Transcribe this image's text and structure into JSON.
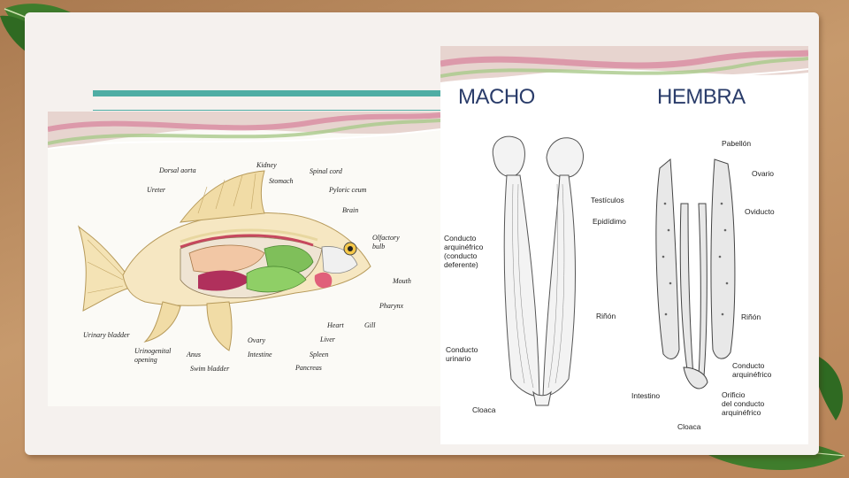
{
  "left_diagram": {
    "labels": {
      "dorsal_aorta": "Dorsal aorta",
      "kidney": "Kidney",
      "spinal_cord": "Spinal cord",
      "ureter": "Ureter",
      "stomach": "Stomach",
      "pyloric_ceum": "Pyloric ceum",
      "brain": "Brain",
      "olfactory_bulb": "Olfactory\nbulb",
      "mouth": "Mouth",
      "pharynx": "Pharynx",
      "gill": "Gill",
      "heart": "Heart",
      "liver": "Liver",
      "spleen": "Spleen",
      "pancreas": "Pancreas",
      "intestine": "Intestine",
      "ovary": "Ovary",
      "swim_bladder": "Swim bladder",
      "anus": "Anus",
      "urogenital_opening": "Urinogenital\nopening",
      "urinary_bladder": "Urinary bladder"
    }
  },
  "right_diagram": {
    "male_title": "MACHO",
    "female_title": "HEMBRA",
    "male_labels": {
      "testiculos": "Testículos",
      "epididimo": "Epidídimo",
      "conducto_arquinefrico": "Conducto\narquinéfrico\n(conducto\ndeferente)",
      "rinon": "Riñón",
      "conducto_urinario": "Conducto\nurinario",
      "cloaca": "Cloaca"
    },
    "female_labels": {
      "pabellon": "Pabellón",
      "ovario": "Ovario",
      "oviducto": "Oviducto",
      "rinon": "Riñón",
      "conducto_arquinefrico": "Conducto\narquinéfrico",
      "intestino": "Intestino",
      "orificio": "Orificio\ndel conducto\narquinéfrico",
      "cloaca": "Cloaca"
    }
  },
  "colors": {
    "teal": "#4fada4",
    "title_blue": "#2a3c6a",
    "swoosh_pink": "#d98aa0",
    "swoosh_green": "#a9c98a"
  }
}
